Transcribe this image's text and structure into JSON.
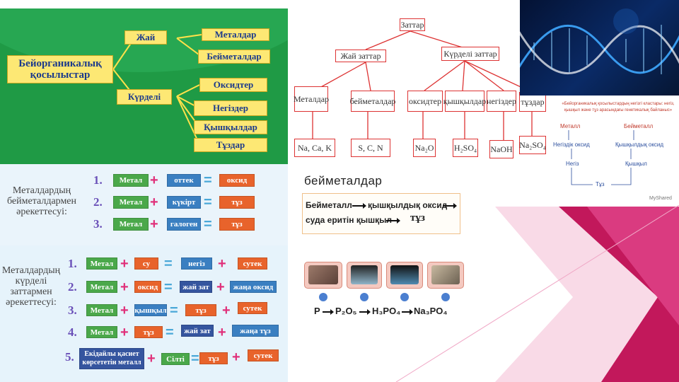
{
  "classification": {
    "root": "Бейорганикалық қосылыстар",
    "simple": "Жай",
    "complex": "Күрделі",
    "simple_children": [
      "Металдар",
      "Бейметалдар"
    ],
    "complex_children": [
      "Оксидтер",
      "Негіздер",
      "Қышқылдар",
      "Тұздар"
    ]
  },
  "simple_reactions": {
    "title": "Металдардың бейметалдармен әрекеттесуі:",
    "rows": [
      {
        "n": "1.",
        "a": "Метал",
        "b": "оттек",
        "r": "оксид"
      },
      {
        "n": "2.",
        "a": "Метал",
        "b": "күкірт",
        "r": "тұз"
      },
      {
        "n": "3.",
        "a": "Метал",
        "b": "галоген",
        "r": "тұз"
      }
    ]
  },
  "complex_reactions": {
    "title": "Металдардың күрделі заттармен әрекеттесуі:",
    "rows": [
      {
        "n": "1.",
        "a": "Метал",
        "b": "су",
        "c": "негіз",
        "d": "сутек"
      },
      {
        "n": "2.",
        "a": "Метал",
        "b": "оксид",
        "c": "жай зат",
        "d": "жаңа оксид"
      },
      {
        "n": "3.",
        "a": "Метал",
        "b": "қышқыл",
        "c": "тұз",
        "d": "сутек"
      },
      {
        "n": "4.",
        "a": "Метал",
        "b": "тұз",
        "c": "жай зат",
        "d": "жаңа тұз"
      },
      {
        "n": "5.",
        "a": "Екідайлы қасиет көрсететін металл",
        "b": "Сілті",
        "c": "тұз",
        "d": "сутек"
      }
    ]
  },
  "substance_tree": {
    "root": "Заттар",
    "simple": "Жай заттар",
    "complex": "Күрделі заттар",
    "classes": [
      "Металдар",
      "бейметалдар",
      "оксидтер",
      "қышқылдар",
      "негіздер",
      "тұздар"
    ],
    "examples": [
      "Na, Ca, K",
      "S, C, N",
      "Na₂O",
      "H₂SO₄",
      "NaOH",
      "Na₂SO₄"
    ]
  },
  "relations": {
    "title": "«Бейорганикалық қосылыстардың негізгі кластары: негіз, қышқыл және тұз арасындағы генетикалық байланыс»",
    "metal": "Металл",
    "nonmetal": "Бейметалл",
    "basic_oxide": "Негіздік оксид",
    "acidic_oxide": "Қышқылдық оксид",
    "base": "Негіз",
    "acid": "Қышқыл",
    "salt": "Тұз",
    "credit": "MyShared"
  },
  "nonmetals": {
    "title": "бейметалдар",
    "line1a": "Бейметалл",
    "line1b": "қышқылдық оксид",
    "line2a": "суда еритін қышқыл",
    "line2b": "тұз",
    "chain": [
      "P",
      "P₂O₅",
      "H₃PO₄",
      "Na₃PO₄"
    ]
  },
  "colors": {
    "green_bg": "#1f9a45",
    "yellow_box": "#fde874",
    "tile_green": "#4aa84a",
    "tile_blue": "#3a7fc1",
    "tile_orange": "#e8632b",
    "tree_red": "#d33333",
    "magenta": "#c2185b"
  }
}
